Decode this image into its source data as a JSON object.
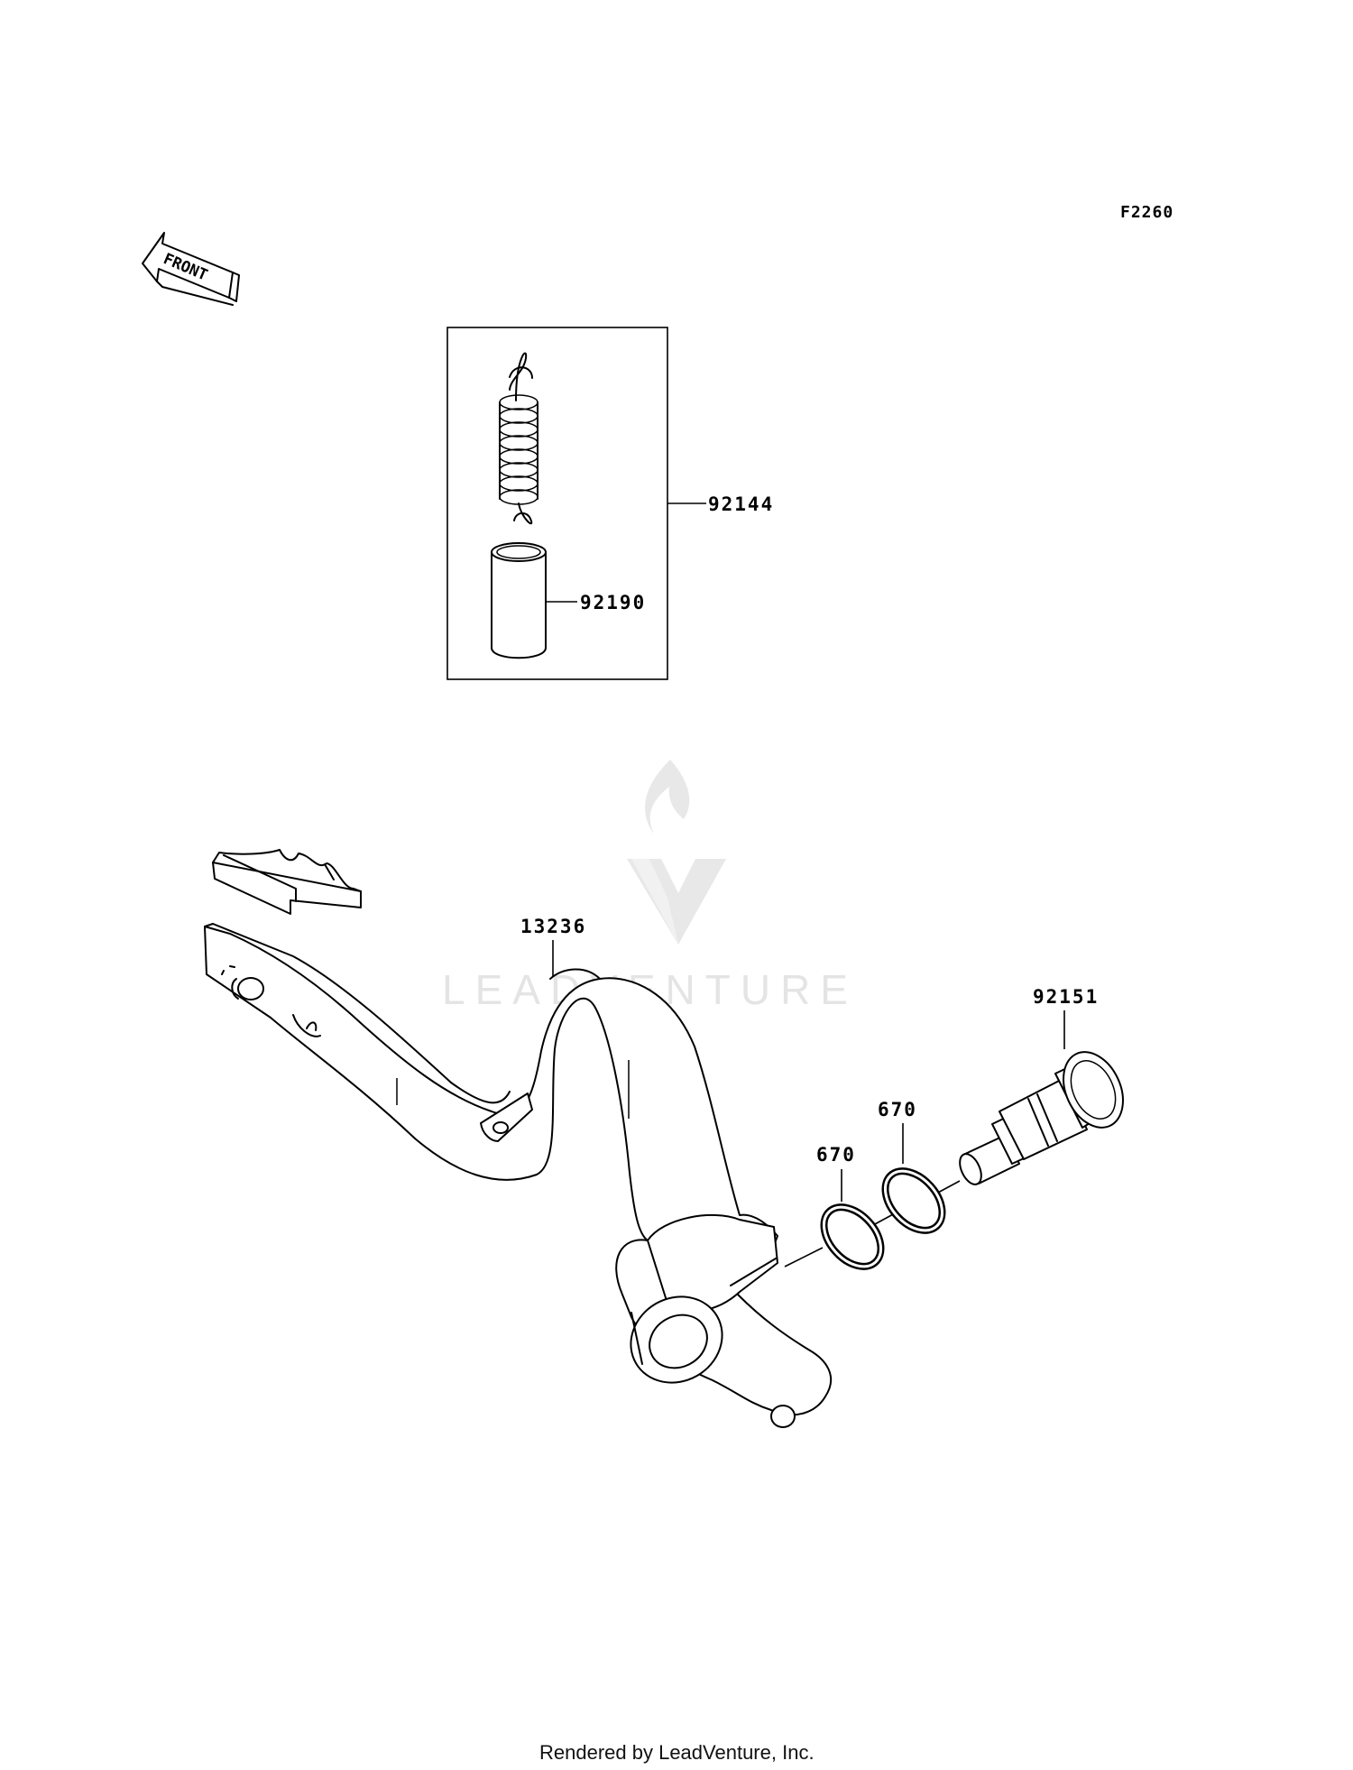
{
  "diagram": {
    "code": "F2260",
    "front_label": "FRONT",
    "watermark": "LEADVENTURE",
    "footer": "Rendered by LeadVenture, Inc.",
    "callouts": {
      "spring_kit": "92144",
      "collar": "92190",
      "pedal": "13236",
      "pivot_shaft": "92151",
      "oring_a": "670",
      "oring_b": "670"
    }
  }
}
